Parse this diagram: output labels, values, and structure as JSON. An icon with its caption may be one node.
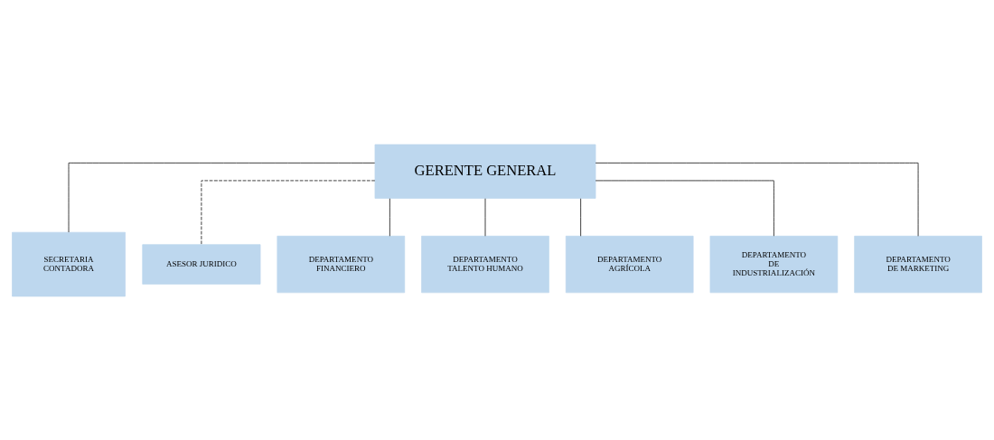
{
  "diagram": {
    "nodes": [
      {
        "text": [
          "GERENTE GENERAL"
        ]
      },
      {
        "text": [
          "SECRETARIA CONTADORA"
        ]
      },
      {
        "text": [
          "ASESOR JURIDICO"
        ]
      },
      {
        "text": [
          "DEPARTAMENTO FINANCIERO"
        ]
      },
      {
        "text": [
          "DEPARTAMENTO TALENTO HUMANO"
        ]
      },
      {
        "text": [
          "DEPARTAMENTO AGRÍCOLA"
        ]
      },
      {
        "text": [
          "DEPARTAMENTO DE INDUSTRIALIZACIÓN"
        ]
      },
      {
        "text": [
          "DEPARTAMENTO DE MARKETING"
        ]
      }
    ],
    "edges": [
      {
        "from": 0,
        "to": 1,
        "arrow": "none"
      },
      {
        "from": 0,
        "to": 2,
        "arrow": "none",
        "style": "dashed"
      },
      {
        "from": 0,
        "to": 3,
        "arrow": "none"
      },
      {
        "from": 0,
        "to": 4,
        "arrow": "none"
      },
      {
        "from": 0,
        "to": 5,
        "arrow": "none"
      },
      {
        "from": 0,
        "to": 6,
        "arrow": "none"
      },
      {
        "from": 0,
        "to": 7,
        "arrow": "none"
      }
    ]
  }
}
